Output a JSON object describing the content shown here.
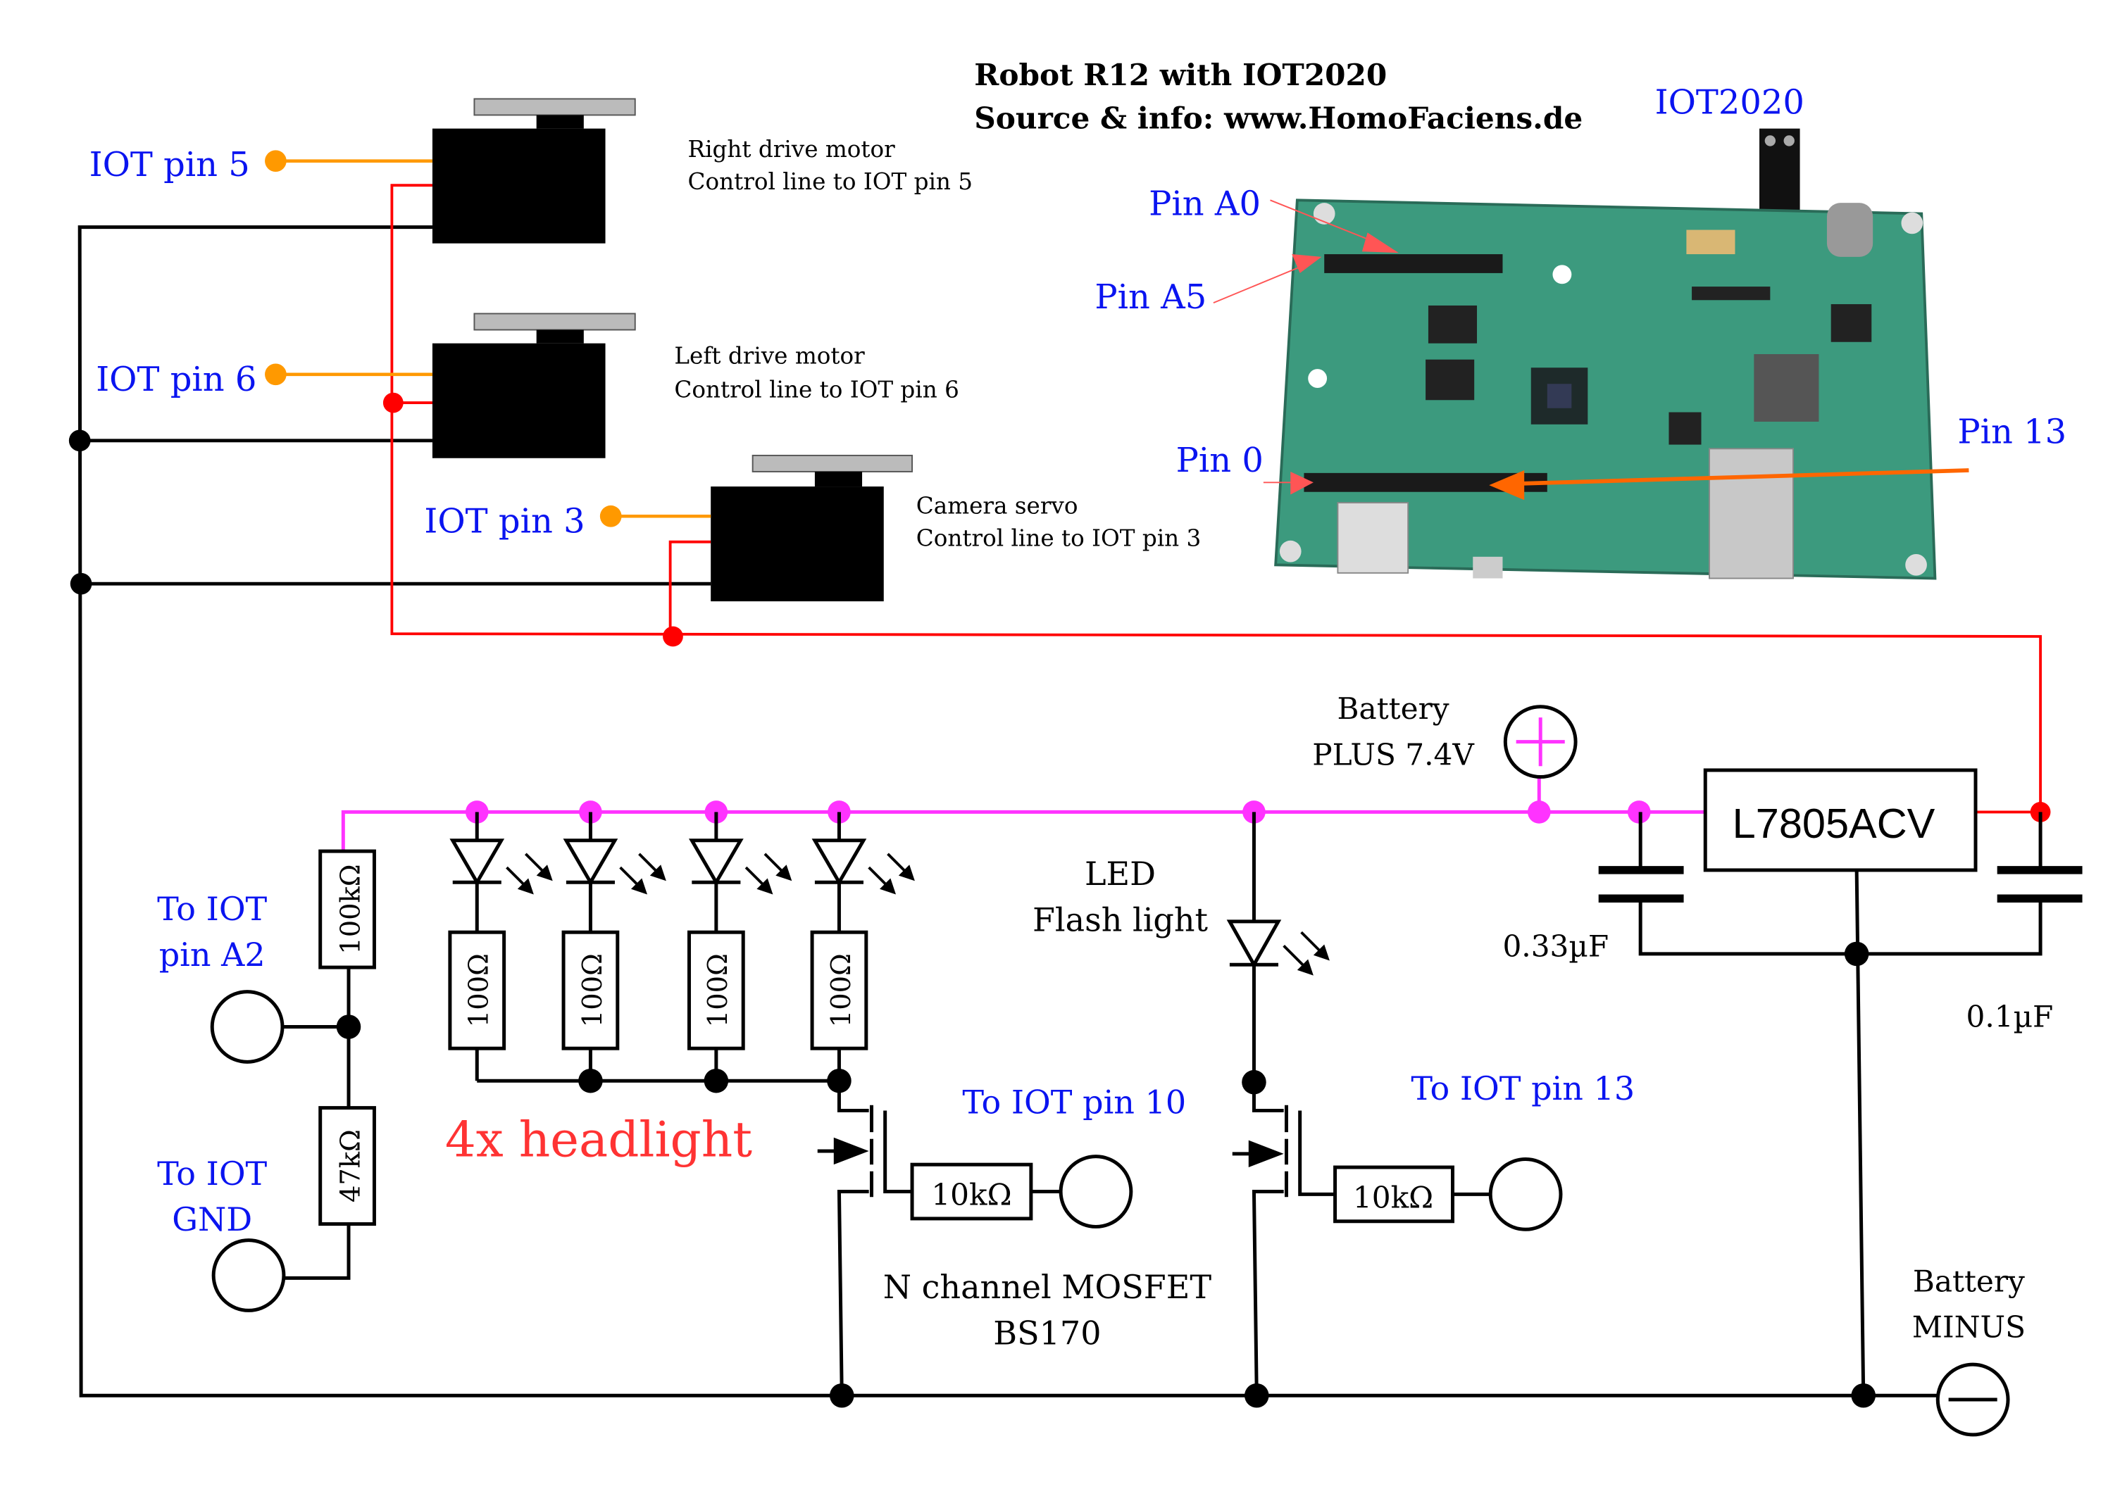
{
  "title": {
    "line1": "Robot R12 with IOT2020",
    "line2": "Source & info: www.HomoFaciens.de"
  },
  "servos": [
    {
      "iot_label": "IOT pin 5",
      "name": "Right drive motor",
      "desc": "Control line to IOT pin 5"
    },
    {
      "iot_label": "IOT pin 6",
      "name": "Left drive motor",
      "desc": "Control line to IOT pin 6"
    },
    {
      "iot_label": "IOT pin 3",
      "name": "Camera servo",
      "desc": "Control line to IOT pin 3"
    }
  ],
  "board": {
    "label": "IOT2020",
    "pins": {
      "a0": "Pin A0",
      "a5": "Pin A5",
      "p0": "Pin 0",
      "p13": "Pin 13"
    }
  },
  "divider": {
    "r_top": "100kΩ",
    "r_bottom": "47kΩ",
    "label_a2_line1": "To IOT",
    "label_a2_line2": "pin A2",
    "label_gnd_line1": "To IOT",
    "label_gnd_line2": "GND"
  },
  "headlights": {
    "resistor": "100Ω",
    "label": "4x headlight"
  },
  "mosfets": {
    "gate_resistor": "10kΩ",
    "pin10_label": "To IOT pin 10",
    "pin13_label": "To IOT pin 13",
    "type_line1": "N channel MOSFET",
    "type_line2": "BS170"
  },
  "flash": {
    "line1": "LED",
    "line2": "Flash light"
  },
  "power": {
    "battery_plus_line1": "Battery",
    "battery_plus_line2": "PLUS 7.4V",
    "battery_minus_line1": "Battery",
    "battery_minus_line2": "MINUS",
    "regulator": "L7805ACV",
    "cap1": "0.33µF",
    "cap2": "0.1µF"
  },
  "colors": {
    "label_blue": "#0a14f0",
    "positive_rail": "#ff33ff",
    "servo_power": "#ff0000",
    "signal": "#ff9900",
    "headlight_label": "#ff3333",
    "board_green": "#3c9a7e"
  }
}
